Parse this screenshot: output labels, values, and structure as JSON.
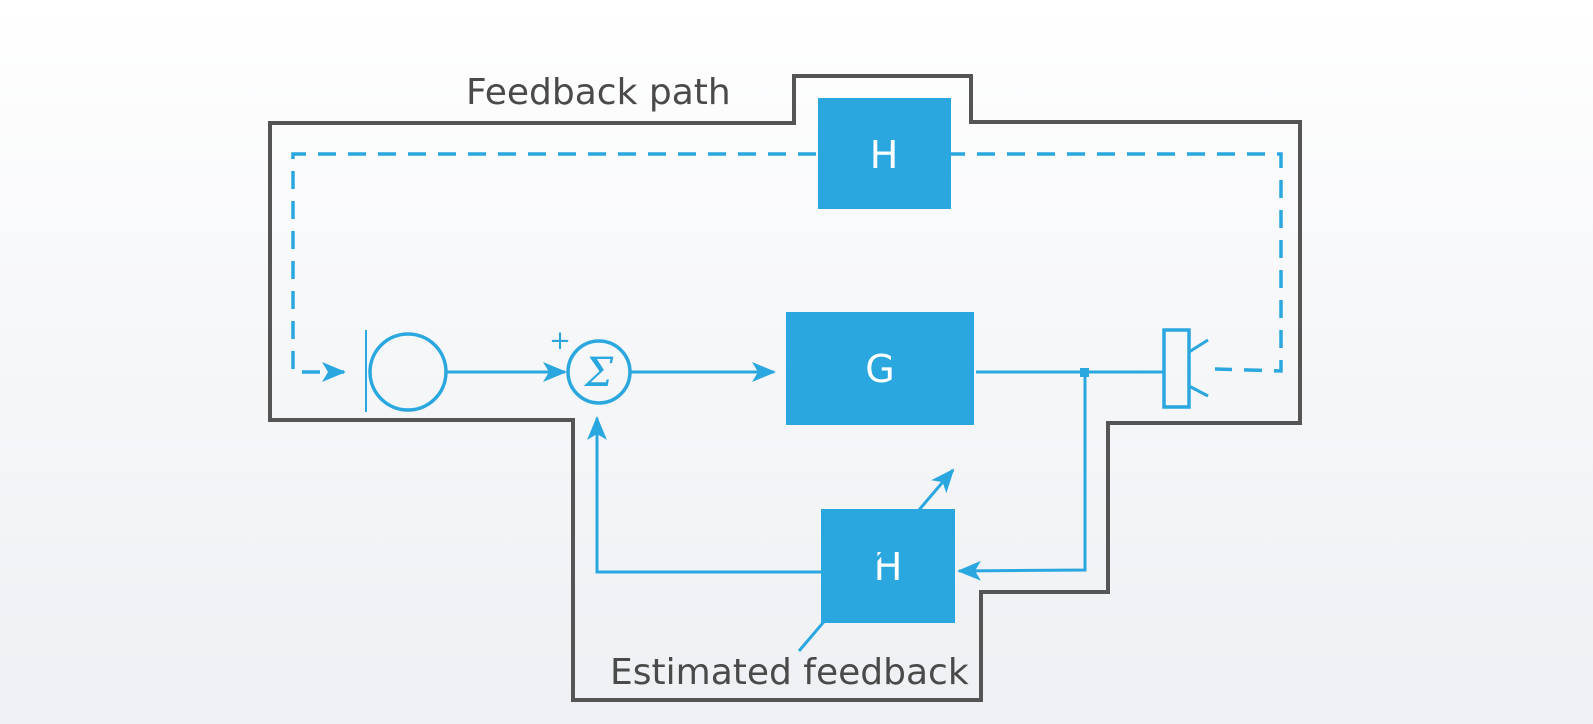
{
  "labels": {
    "feedback_path": "Feedback path",
    "estimated_feedback": "Estimated feedback"
  },
  "blocks": {
    "h_top": "H",
    "g_main": "G",
    "h_bottom": "H"
  },
  "summer": {
    "symbol": "Σ",
    "sign_plus": "+"
  },
  "colors": {
    "accent": "#2aa7df",
    "outline": "#555555",
    "text": "#4a4a4a"
  }
}
